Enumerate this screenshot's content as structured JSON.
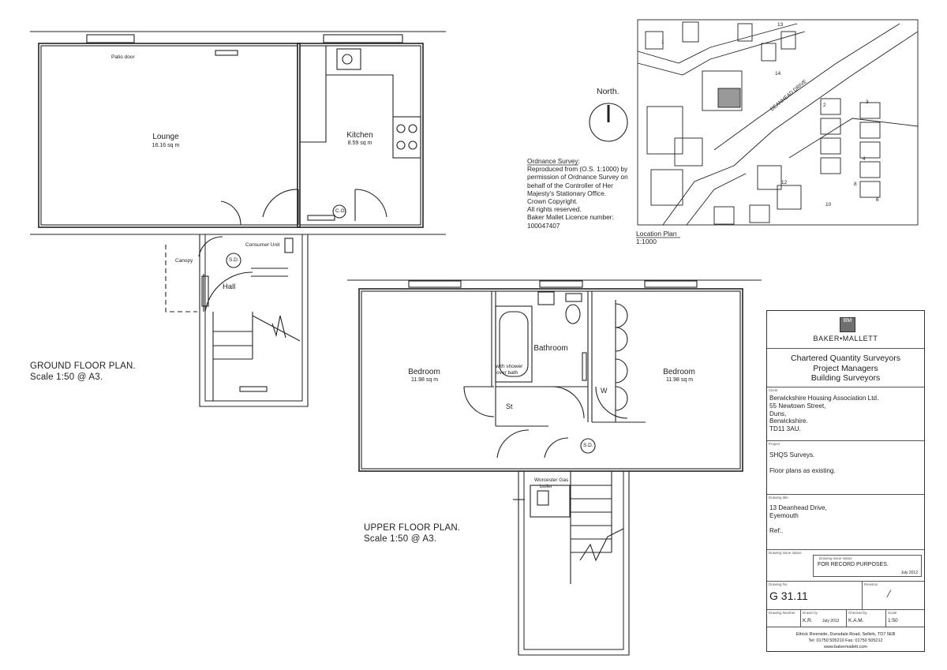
{
  "ground_floor": {
    "title": "GROUND FLOOR  PLAN.",
    "scale": "Scale 1:50 @ A3.",
    "patio_door": "Patio door",
    "lounge": "Lounge",
    "lounge_area": "16.16 sq m",
    "kitchen": "Kitchen",
    "kitchen_area": "8.59 sq m",
    "consumer_unit": "Consumer Unit",
    "canopy": "Canopy",
    "hall": "Hall",
    "co": "C.O.",
    "sd": "S.D."
  },
  "upper_floor": {
    "title": "UPPER FLOOR  PLAN.",
    "scale": "Scale 1:50 @ A3.",
    "bedroom1": "Bedroom",
    "bedroom1_area": "11.98 sq m",
    "bedroom2": "Bedroom",
    "bedroom2_area": "11.98 sq m",
    "bathroom": "Bathroom",
    "shower": "with shower",
    "over_bath": "over bath",
    "store": "St",
    "wardrobe": "W",
    "boiler_line1": "Worcester Gas",
    "boiler_line2": "boiler",
    "sd": "S.D."
  },
  "location": {
    "north": "North.",
    "plan_label": "Location Plan",
    "plan_scale": "1:1000",
    "street": "DEANHEAD DRIVE",
    "numbers": [
      "1",
      "13",
      "14",
      "2",
      "3",
      "4",
      "12",
      "10",
      "8",
      "6"
    ]
  },
  "ordnance": {
    "heading": "Ordnance Survey:",
    "lines": [
      "Reproduced from (O.S. 1:1000) by",
      "permission of Ordnance Survey on",
      "behalf of the Controller of Her",
      "Majesty's Stationary Office.",
      "Crown Copyright.",
      "All rights reserved.",
      "Baker Mallet Licence number:",
      "100047407"
    ]
  },
  "title_block": {
    "logo": "BM",
    "brand": "BAKER•MALLETT",
    "firm": [
      "Chartered Quantity Surveyors",
      "Project Managers",
      "Building Surveyors"
    ],
    "client_caption": "Client",
    "client": [
      "Berwickshire Housing Association Ltd.",
      "55 Newtown Street,",
      "Duns,",
      "Berwickshire.",
      "TD11 3AU."
    ],
    "project_caption": "Project",
    "project": [
      "SHQS Surveys.",
      "",
      "Floor plans as existing."
    ],
    "drawing_title_caption": "Drawing title",
    "drawing_title": [
      "13 Deanhead Drive,",
      "Eyemouth",
      "",
      "Ref:."
    ],
    "status_caption": "Drawing issue status",
    "status_box_caption": "Drawing issue status",
    "status": "FOR RECORD PURPOSES.",
    "status_date": "July 2012",
    "drawing_no_caption": "Drawing No",
    "drawing_no": "G 31.11",
    "revision_caption": "Revision",
    "revision": "/",
    "drawn_by_caption": "Drawing Number",
    "drawn_caption": "Drawn by",
    "drawn": "K.R.",
    "drawn_date": "July 2012",
    "checked_caption": "Checked by",
    "checked": "K.A.M.",
    "scale_caption": "Scale",
    "scale": "1:50",
    "address": "Ettrick Riverside, Dunsdale Road, Selkirk, TD7 5EB",
    "phone": "Tel: 01750 505210     Fax: 01750 505212",
    "web": "www.bakermallett.com"
  }
}
